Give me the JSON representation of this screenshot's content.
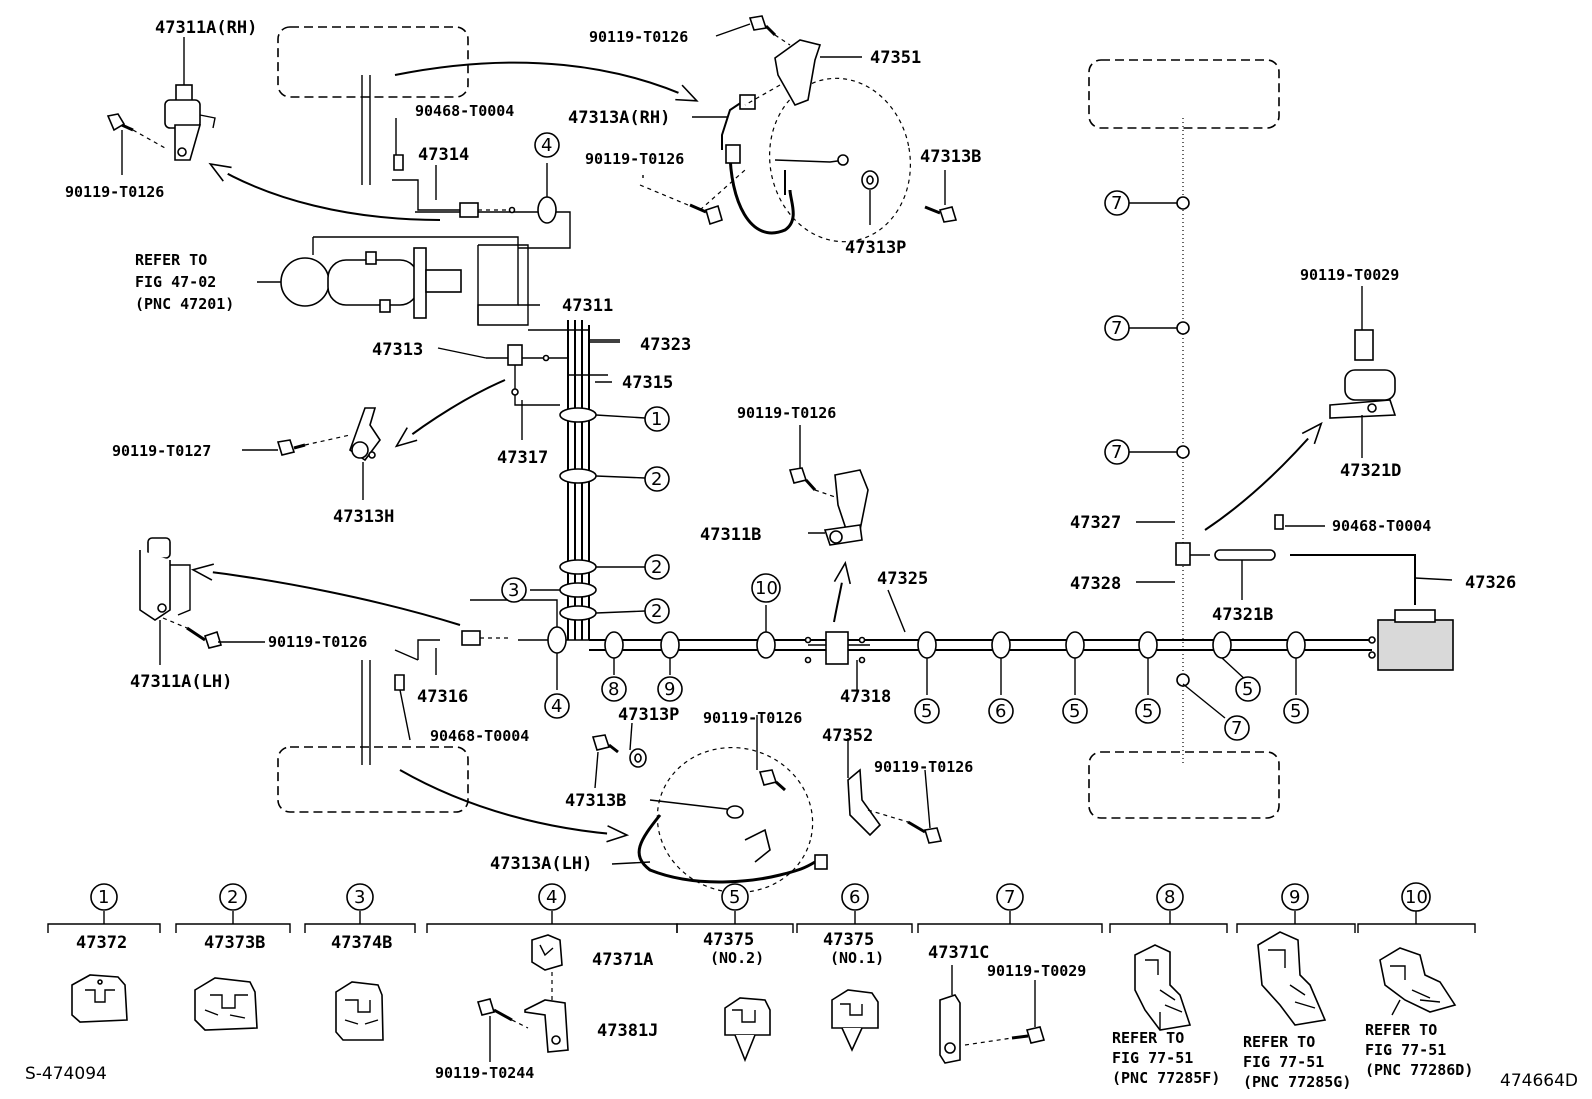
{
  "diagram": {
    "figure_code_left": "S-474094",
    "figure_code_right": "474664D",
    "callouts": {
      "c47311A_RH": "47311A(RH)",
      "c90468_top": "90468-T0004",
      "c47314": "47314",
      "c90119_T0126_tl": "90119-T0126",
      "refer_fig_47_02_l1": "REFER TO",
      "refer_fig_47_02_l2": "FIG 47-02",
      "refer_fig_47_02_l3": "(PNC 47201)",
      "c47311": "47311",
      "c47323": "47323",
      "c47313": "47313",
      "c47315": "47315",
      "c47317": "47317",
      "c90119_T0127": "90119-T0127",
      "c47313H": "47313H",
      "c90119_T0126_top": "90119-T0126",
      "c47351": "47351",
      "c47313A_RH": "47313A(RH)",
      "c90119_T0126_mid": "90119-T0126",
      "c47313B_top": "47313B",
      "c47313P_top": "47313P",
      "c90119_T0126_clip": "90119-T0126",
      "c47311B": "47311B",
      "c47325": "47325",
      "c47318": "47318",
      "c90119_T0126_lh": "90119-T0126",
      "c47311A_LH": "47311A(LH)",
      "c47316": "47316",
      "c90468_lower": "90468-T0004",
      "c47313P_bot": "47313P",
      "c90119_T0126_bot": "90119-T0126",
      "c47352": "47352",
      "c90119_T0126_br": "90119-T0126",
      "c47313B_bot": "47313B",
      "c47313A_LH": "47313A(LH)",
      "c90119_T0029_r": "90119-T0029",
      "c47321D": "47321D",
      "c47327": "47327",
      "c90468_right": "90468-T0004",
      "c47328": "47328",
      "c47321B": "47321B",
      "c47326": "47326"
    },
    "circles": [
      "1",
      "2",
      "3",
      "4",
      "5",
      "6",
      "7",
      "8",
      "9",
      "10"
    ],
    "legend": [
      {
        "key": "1",
        "part": "47372"
      },
      {
        "key": "2",
        "part": "47373B"
      },
      {
        "key": "3",
        "part": "47374B"
      },
      {
        "key": "4",
        "part": "",
        "sub": [
          "47371A",
          "47381J",
          "90119-T0244"
        ]
      },
      {
        "key": "5",
        "part": "47375",
        "note": "(NO.2)"
      },
      {
        "key": "6",
        "part": "47375",
        "note": "(NO.1)"
      },
      {
        "key": "7",
        "part": "47371C",
        "sub": [
          "90119-T0029"
        ]
      },
      {
        "key": "8",
        "part": "",
        "refer": [
          "REFER TO",
          "FIG 77-51",
          "(PNC 77285F)"
        ]
      },
      {
        "key": "9",
        "part": "",
        "refer": [
          "REFER TO",
          "FIG 77-51",
          "(PNC 77285G)"
        ]
      },
      {
        "key": "10",
        "part": "",
        "refer": [
          "REFER TO",
          "FIG 77-51",
          "(PNC 77286D)"
        ]
      }
    ]
  }
}
